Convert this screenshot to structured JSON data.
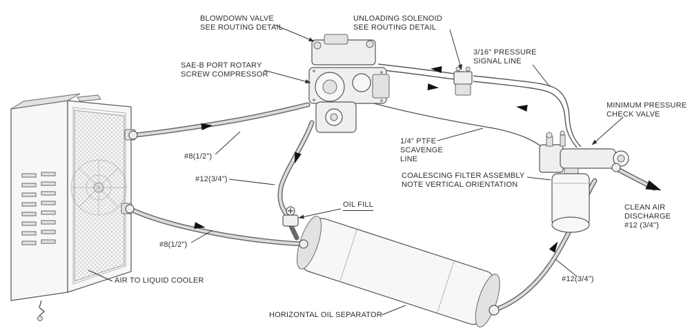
{
  "diagram": {
    "labels": {
      "blowdown_valve_1": "BLOWDOWN VALVE",
      "blowdown_valve_2": "SEE ROUTING DETAIL",
      "unloading_solenoid_1": "UNLOADING SOLENOID",
      "unloading_solenoid_2": "SEE ROUTING DETAIL",
      "pressure_signal_1": "3/16\" PRESSURE",
      "pressure_signal_2": "SIGNAL LINE",
      "compressor_1": "SAE-B PORT ROTARY",
      "compressor_2": "SCREW COMPRESSOR",
      "min_pressure_1": "MINIMUM PRESSURE",
      "min_pressure_2": "CHECK VALVE",
      "scavenge_1": "1/4\" PTFE",
      "scavenge_2": "SCAVENGE",
      "scavenge_3": "LINE",
      "hose8_top": "#8(1/2\")",
      "coalescing_1": "COALESCING FILTER ASSEMBLY",
      "coalescing_2": "NOTE VERTICAL ORIENTATION",
      "hose12_top": "#12(3/4\")",
      "oil_fill": "OIL FILL",
      "clean_air_1": "CLEAN AIR",
      "clean_air_2": "DISCHARGE",
      "clean_air_3": "#12 (3/4\")",
      "hose8_bottom": "#8(1/2\")",
      "cooler": "AIR TO LIQUID COOLER",
      "hose12_bottom": "#12(3/4\")",
      "separator": "HORIZONTAL OIL SEPARATOR"
    },
    "colors": {
      "line": "#555555",
      "text": "#2e2e2e",
      "arrow": "#111111",
      "fill_light": "#f7f7f7",
      "fill_mid": "#e2e2e2"
    }
  }
}
